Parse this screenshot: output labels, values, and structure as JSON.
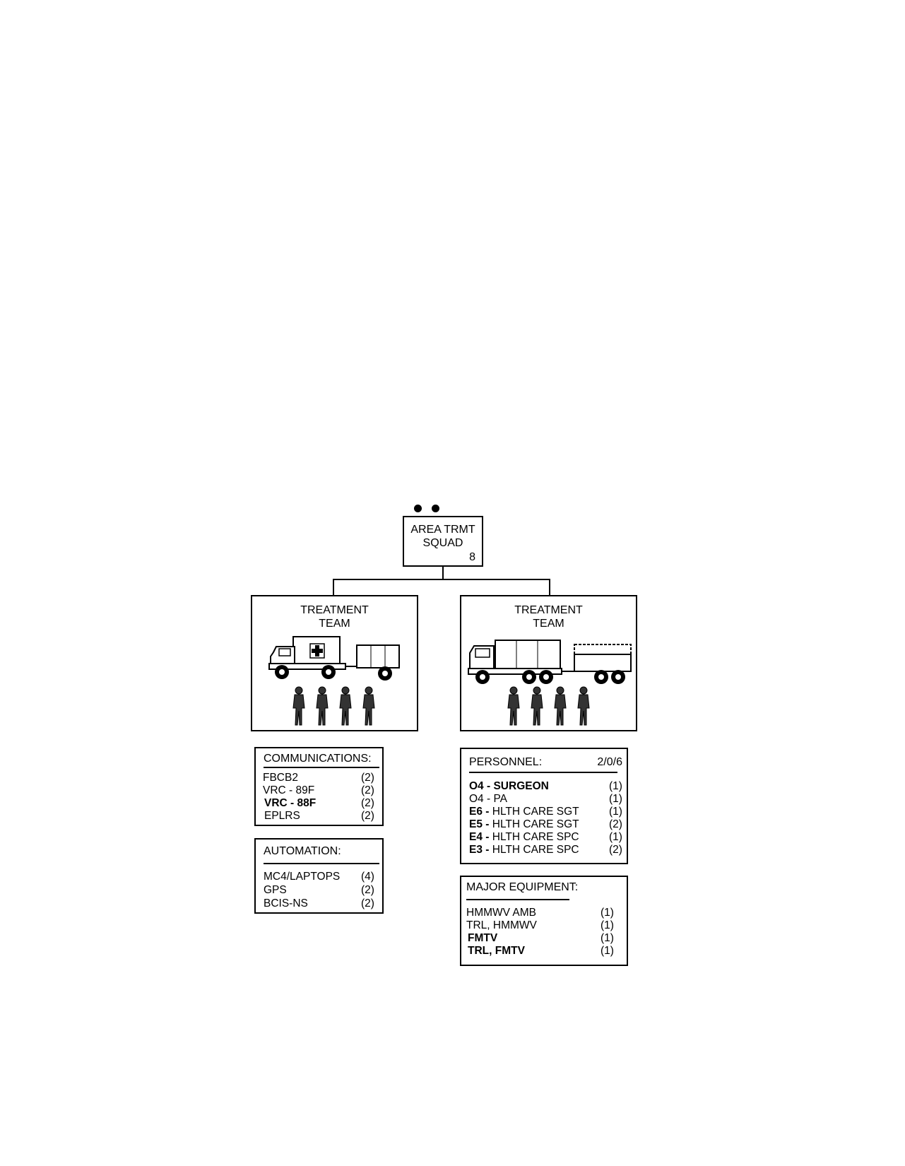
{
  "header_markers": {
    "symbol": "● ●"
  },
  "squad": {
    "title_line1": "AREA TRMT",
    "title_line2": "SQUAD",
    "count": "8"
  },
  "teams": [
    {
      "title_line1": "TREATMENT",
      "title_line2": "TEAM",
      "vehicle": "HMMWV ambulance with trailer",
      "personnel_icons": 4
    },
    {
      "title_line1": "TREATMENT",
      "title_line2": "TEAM",
      "vehicle": "FMTV truck with trailer",
      "personnel_icons": 4
    }
  ],
  "communications": {
    "title": "COMMUNICATIONS:",
    "items": [
      {
        "name": "FBCB2",
        "qty": "(2)"
      },
      {
        "name": "VRC - 89F",
        "qty": "(2)"
      },
      {
        "name": "VRC - 88F",
        "qty": "(2)"
      },
      {
        "name": "EPLRS",
        "qty": "(2)"
      }
    ]
  },
  "automation": {
    "title": "AUTOMATION:",
    "items": [
      {
        "name": "MC4/LAPTOPS",
        "qty": "(4)"
      },
      {
        "name": "GPS",
        "qty": "(2)"
      },
      {
        "name": "BCIS-NS",
        "qty": "(2)"
      }
    ]
  },
  "personnel": {
    "title": "PERSONNEL:",
    "summary": "2/0/6",
    "items": [
      {
        "grade": "O4 -",
        "title": "SURGEON",
        "qty": "(1)"
      },
      {
        "grade": "O4 -",
        "title": "PA",
        "qty": "(1)"
      },
      {
        "grade": "E6 -",
        "title": "HLTH CARE SGT",
        "qty": "(1)"
      },
      {
        "grade": "E5 -",
        "title": "HLTH CARE SGT",
        "qty": "(2)"
      },
      {
        "grade": "E4 -",
        "title": "HLTH CARE SPC",
        "qty": "(1)"
      },
      {
        "grade": "E3 -",
        "title": "HLTH CARE SPC",
        "qty": "(2)"
      }
    ]
  },
  "major_equipment": {
    "title": "MAJOR EQUIPMENT:",
    "items": [
      {
        "name": "HMMWV AMB",
        "qty": "(1)"
      },
      {
        "name": "TRL, HMMWV",
        "qty": "(1)"
      },
      {
        "name": "FMTV",
        "qty": "(1)"
      },
      {
        "name": "TRL, FMTV",
        "qty": "(1)"
      }
    ]
  }
}
